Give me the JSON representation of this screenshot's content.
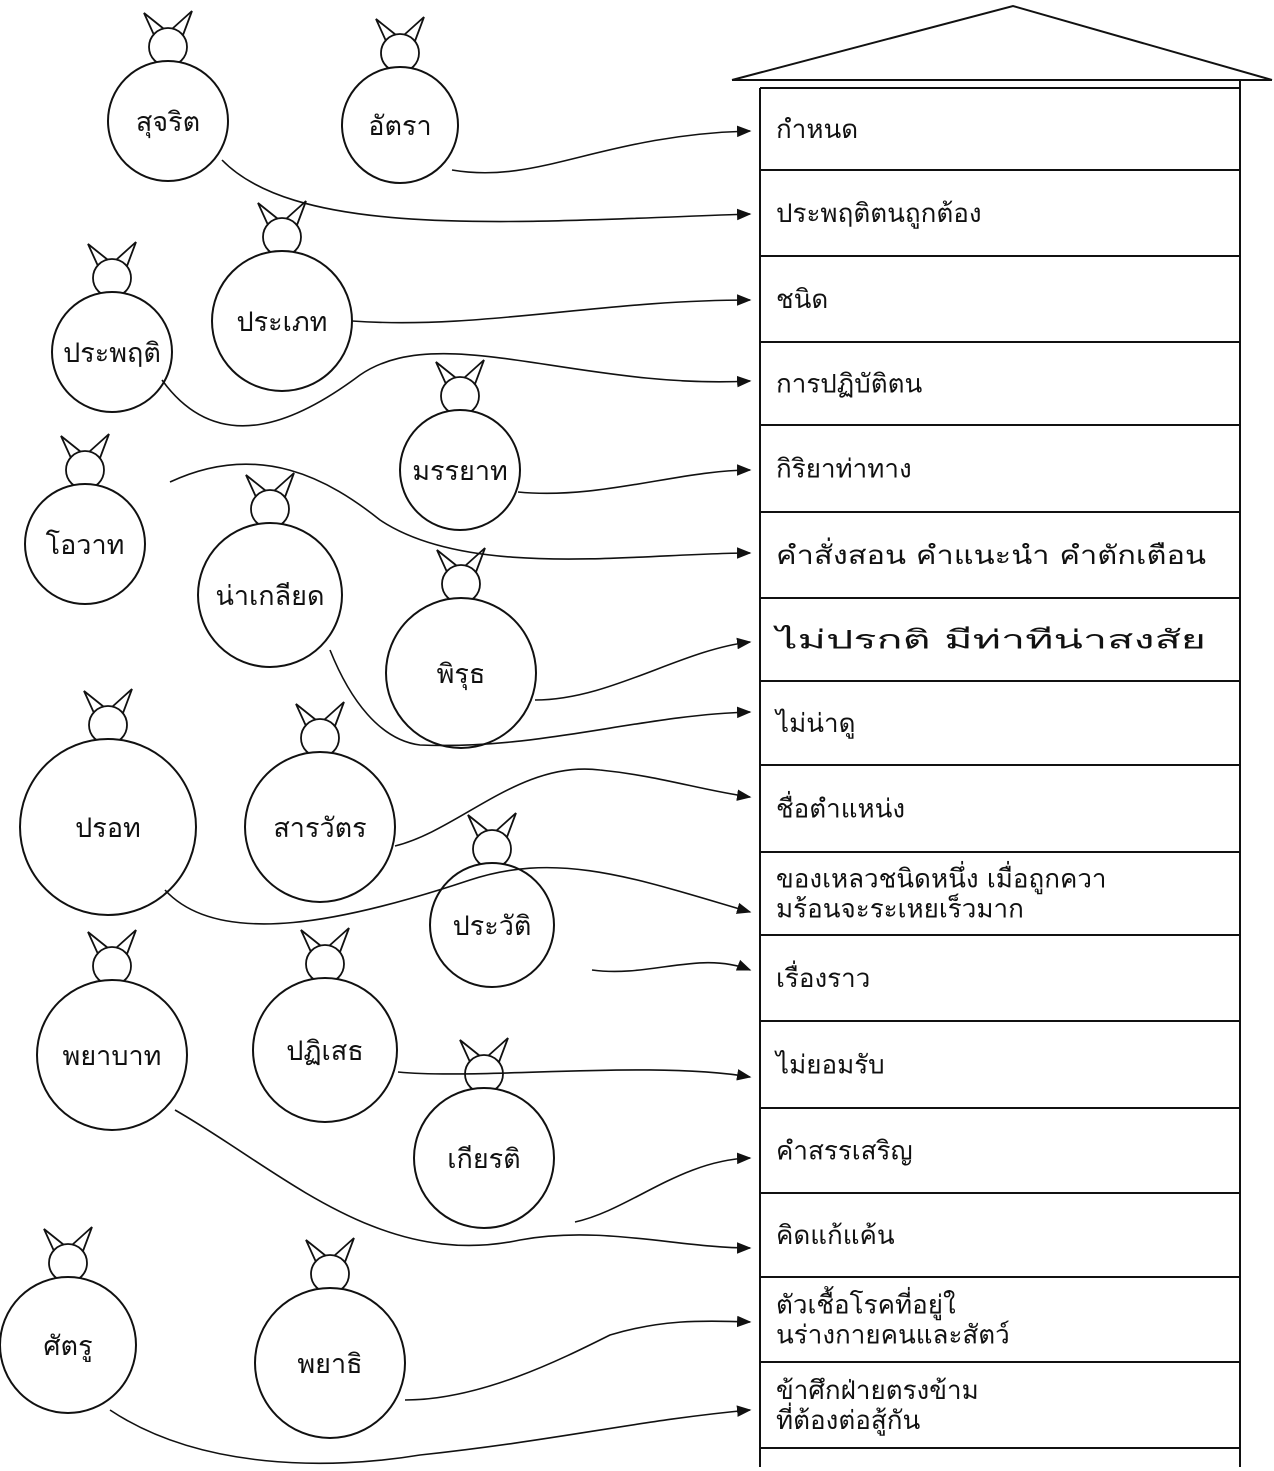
{
  "header": {
    "partial_text": ""
  },
  "words": [
    {
      "id": "w1",
      "label": "สุจริต"
    },
    {
      "id": "w2",
      "label": "อัตรา"
    },
    {
      "id": "w3",
      "label": "ประพฤติ"
    },
    {
      "id": "w4",
      "label": "ประเภท"
    },
    {
      "id": "w5",
      "label": "มรรยาท"
    },
    {
      "id": "w6",
      "label": "โอวาท"
    },
    {
      "id": "w7",
      "label": "น่าเกลียด"
    },
    {
      "id": "w8",
      "label": "พิรุธ"
    },
    {
      "id": "w9",
      "label": "ปรอท"
    },
    {
      "id": "w10",
      "label": "สารวัตร"
    },
    {
      "id": "w11",
      "label": "ประวัติ"
    },
    {
      "id": "w12",
      "label": "พยาบาท"
    },
    {
      "id": "w13",
      "label": "ปฏิเสธ"
    },
    {
      "id": "w14",
      "label": "เกียรติ"
    },
    {
      "id": "w15",
      "label": "ศัตรู"
    },
    {
      "id": "w16",
      "label": "พยาธิ"
    }
  ],
  "definitions": [
    "กำหนด",
    "ประพฤติตนถูกต้อง",
    "ชนิด",
    "การปฏิบัติตน",
    "กิริยาท่าทาง",
    "คำสั่งสอน  คำแนะนำ  คำตักเตือน",
    "ไม่ปรกติ  มีท่าทีน่าสงสัย",
    "ไม่น่าดู",
    "ชื่อตำแหน่ง",
    "ของเหลวชนิดหนึ่ง เมื่อถูกความร้อนจะระเหยเร็วมาก",
    "เรื่องราว",
    "ไม่ยอมรับ",
    "คำสรรเสริญ",
    "คิดแก้แค้น",
    "ตัวเชื้อโรคที่อยู่ในร่างกายคนและสัตว์",
    "ข้าศึกฝ่ายตรงข้ามที่ต้องต่อสู้กัน"
  ]
}
